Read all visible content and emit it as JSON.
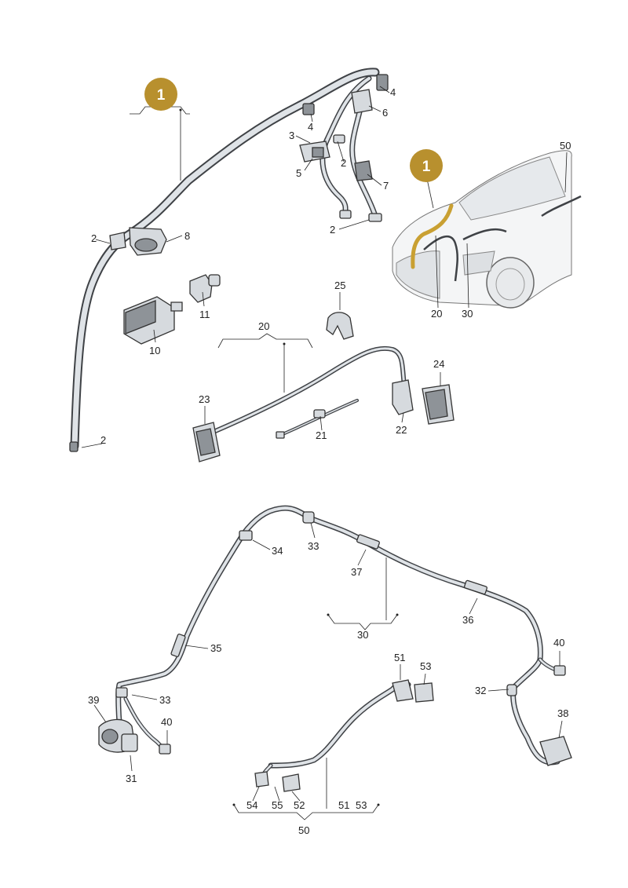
{
  "badges": {
    "main": "1",
    "car": "1"
  },
  "colors": {
    "badge_fill": "#b8902e",
    "highlight": "#c9a032",
    "hose": "#3f4246",
    "hose_fill": "#dfe3e7"
  },
  "labels": {
    "l2a": "2",
    "l2b": "2",
    "l2c": "2",
    "l2d": "2",
    "l3": "3",
    "l4a": "4",
    "l4b": "4",
    "l5": "5",
    "l6": "6",
    "l7": "7",
    "l8": "8",
    "l10": "10",
    "l11": "11",
    "l20": "20",
    "l21": "21",
    "l22": "22",
    "l23": "23",
    "l24": "24",
    "l25": "25",
    "c20": "20",
    "c30": "30",
    "c50": "50",
    "l30": "30",
    "l31": "31",
    "l32": "32",
    "l33a": "33",
    "l33b": "33",
    "l34": "34",
    "l35": "35",
    "l36": "36",
    "l37": "37",
    "l38": "38",
    "l39": "39",
    "l40a": "40",
    "l40b": "40",
    "l50": "50",
    "l51a": "51",
    "l51b": "51",
    "l52": "52",
    "l53a": "53",
    "l53b": "53",
    "l54": "54",
    "l55": "55"
  }
}
